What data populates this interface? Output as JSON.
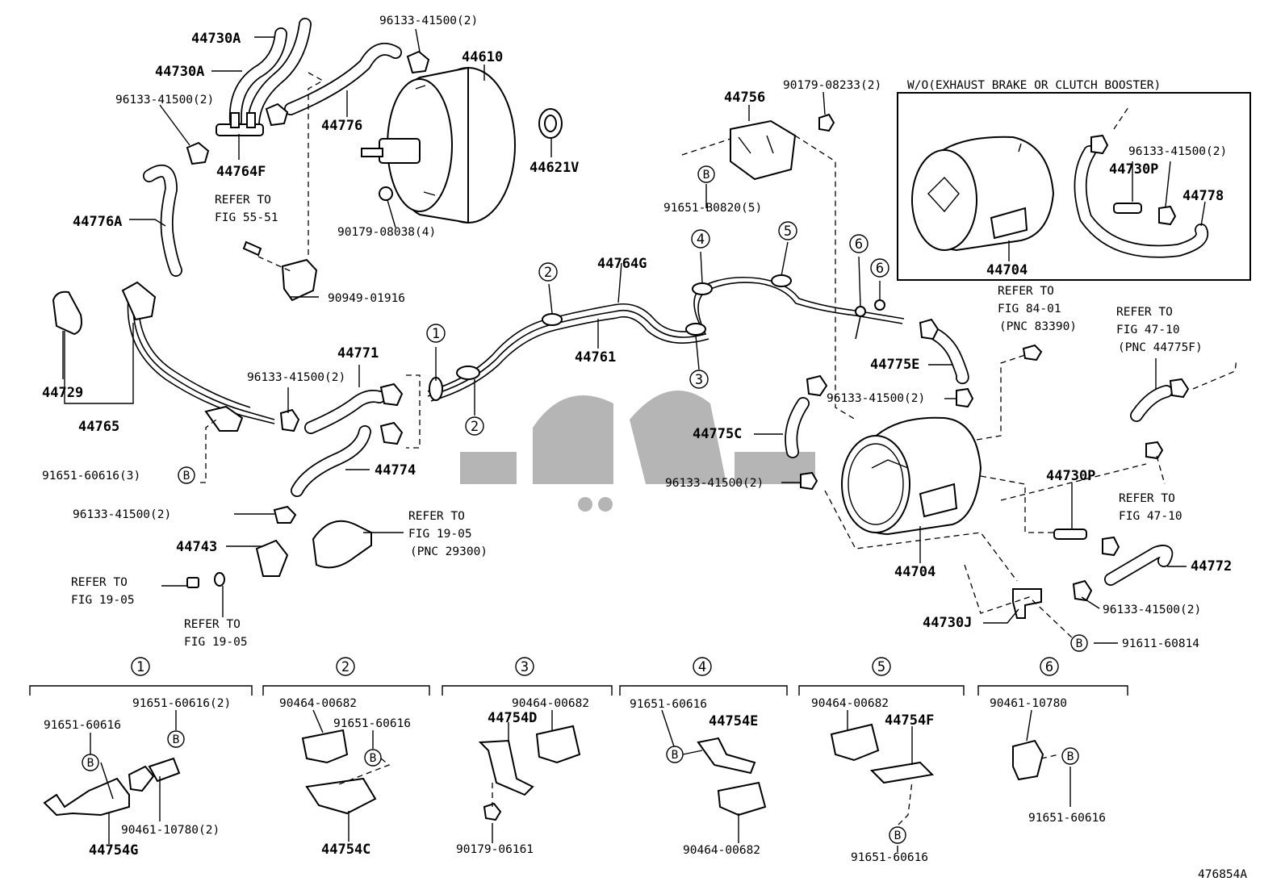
{
  "diagram": {
    "labels": {
      "p44730a_1": "44730A",
      "p44730a_2": "44730A",
      "clamp_top_left": "96133-41500(2)",
      "clamp_top_mid": "96133-41500(2)",
      "p44610": "44610",
      "p44776": "44776",
      "p44764f": "44764F",
      "p44621v": "44621V",
      "p44776a": "44776A",
      "refer_55_51_a": "REFER TO",
      "refer_55_51_b": "FIG 55-51",
      "bolt_90179_08038": "90179-08038(4)",
      "p90949": "90949-01916",
      "p44729": "44729",
      "p44765": "44765",
      "p44771": "44771",
      "clamp_44771": "96133-41500(2)",
      "bolt_91651_60616_3": "91651-60616(3)",
      "p44774": "44774",
      "clamp_44774": "96133-41500(2)",
      "p44743": "44743",
      "refer_19_05_a1": "REFER TO",
      "refer_19_05_a2": "FIG 19-05",
      "refer_19_05_b1": "REFER TO",
      "refer_19_05_b2": "FIG 19-05",
      "refer_19_05_c1": "REFER TO",
      "refer_19_05_c2": "FIG 19-05",
      "refer_19_05_c3": "(PNC 29300)",
      "p44764g": "44764G",
      "p44761": "44761",
      "p44756": "44756",
      "nut_90179_08233": "90179-08233(2)",
      "bolt_91651_b0820": "91651-B0820(5)",
      "wo_title": "W/O(EXHAUST BRAKE OR CLUTCH BOOSTER)",
      "clamp_box": "96133-41500(2)",
      "p44730p_box": "44730P",
      "p44778": "44778",
      "p44704_box": "44704",
      "refer_84_01_a": "REFER TO",
      "refer_84_01_b": "FIG 84-01",
      "refer_84_01_c": "(PNC 83390)",
      "refer_47_10_a1": "REFER TO",
      "refer_47_10_a2": "FIG 47-10",
      "refer_47_10_a3": "(PNC 44775F)",
      "p44775e": "44775E",
      "clamp_44775e": "96133-41500(2)",
      "p44775c": "44775C",
      "clamp_44775c": "96133-41500(2)",
      "p44704": "44704",
      "p44730p": "44730P",
      "refer_47_10_b1": "REFER TO",
      "refer_47_10_b2": "FIG 47-10",
      "p44772": "44772",
      "clamp_44772": "96133-41500(2)",
      "p44730j": "44730J",
      "bolt_91611": "91611-60814",
      "b_marker": "B",
      "drawing_no": "476854A"
    },
    "callouts": [
      "1",
      "2",
      "3",
      "4",
      "5",
      "6"
    ],
    "details": [
      {
        "num": "1",
        "labels": [
          "91651-60616(2)",
          "91651-60616",
          "90461-10780(2)",
          "44754G"
        ]
      },
      {
        "num": "2",
        "labels": [
          "90464-00682",
          "91651-60616",
          "44754C"
        ]
      },
      {
        "num": "3",
        "labels": [
          "90464-00682",
          "44754D",
          "90179-06161"
        ]
      },
      {
        "num": "4",
        "labels": [
          "91651-60616",
          "44754E",
          "90464-00682"
        ]
      },
      {
        "num": "5",
        "labels": [
          "90464-00682",
          "44754F",
          "91651-60616"
        ]
      },
      {
        "num": "6",
        "labels": [
          "90461-10780",
          "91651-60616"
        ]
      }
    ]
  }
}
